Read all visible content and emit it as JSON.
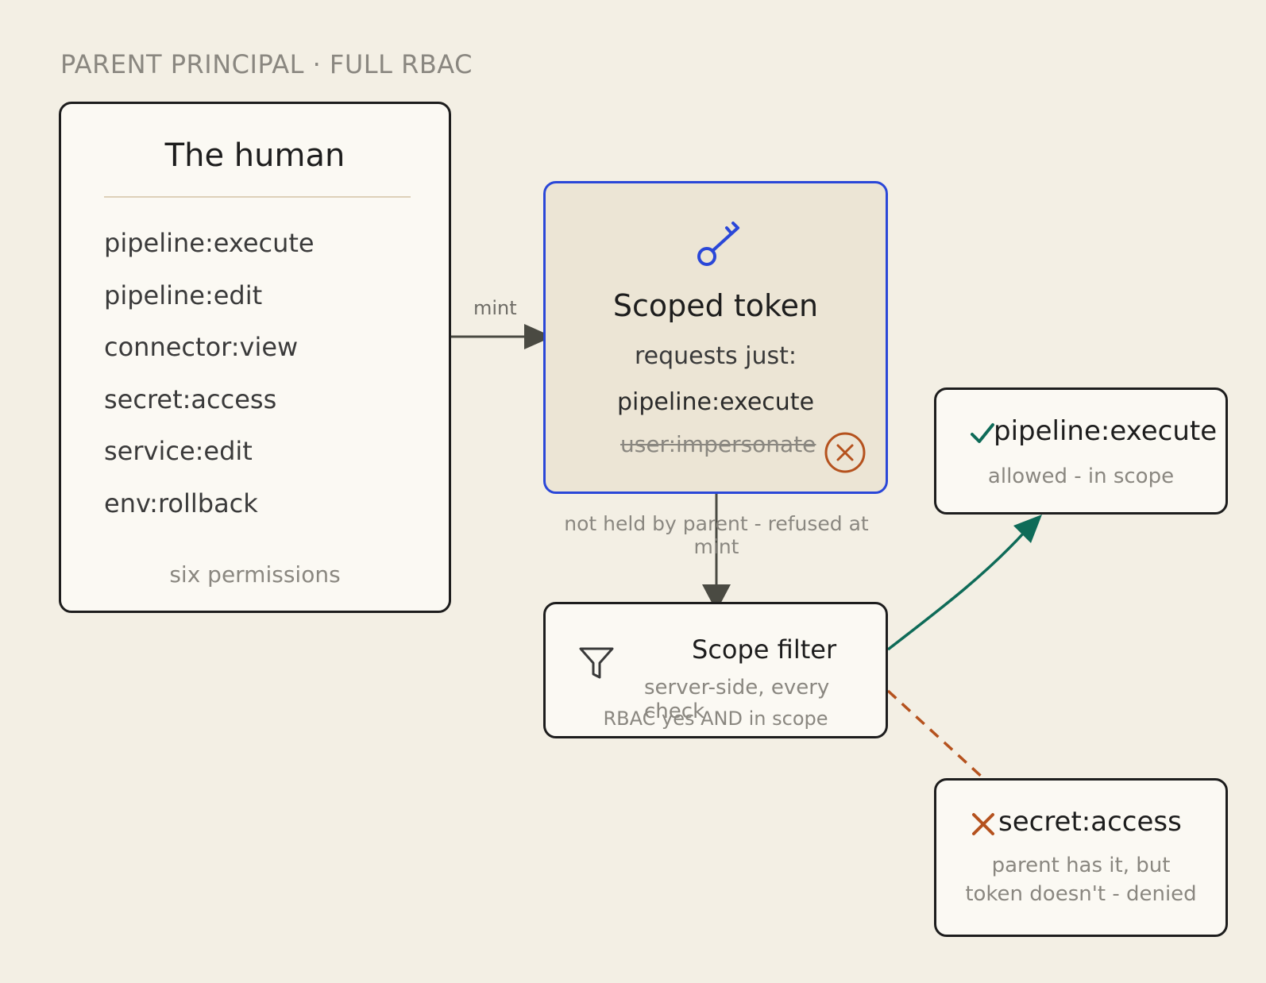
{
  "section_label": "PARENT PRINCIPAL · FULL RBAC",
  "human": {
    "title": "The human",
    "permissions": [
      "pipeline:execute",
      "pipeline:edit",
      "connector:view",
      "secret:access",
      "service:edit",
      "env:rollback"
    ],
    "footer": "six permissions"
  },
  "mint_label": "mint",
  "token": {
    "icon": "key-icon",
    "title": "Scoped token",
    "subtitle": "requests just:",
    "requested": "pipeline:execute",
    "refused": "user:impersonate",
    "refused_icon": "x-circle-icon",
    "refused_note": "not held by parent - refused at mint"
  },
  "filter": {
    "icon": "funnel-icon",
    "title": "Scope filter",
    "subtitle": "server-side, every check",
    "rule": "RBAC yes AND in scope"
  },
  "allowed": {
    "icon": "check-icon",
    "title": "pipeline:execute",
    "note": "allowed - in scope"
  },
  "denied": {
    "icon": "cross-icon",
    "title": "secret:access",
    "note_line1": "parent has it, but",
    "note_line2": "token doesn't - denied"
  },
  "colors": {
    "background": "#f3efe4",
    "token_border": "#2a47d8",
    "allow": "#0e6b58",
    "deny": "#b5521e",
    "arrow": "#4a4a42"
  }
}
